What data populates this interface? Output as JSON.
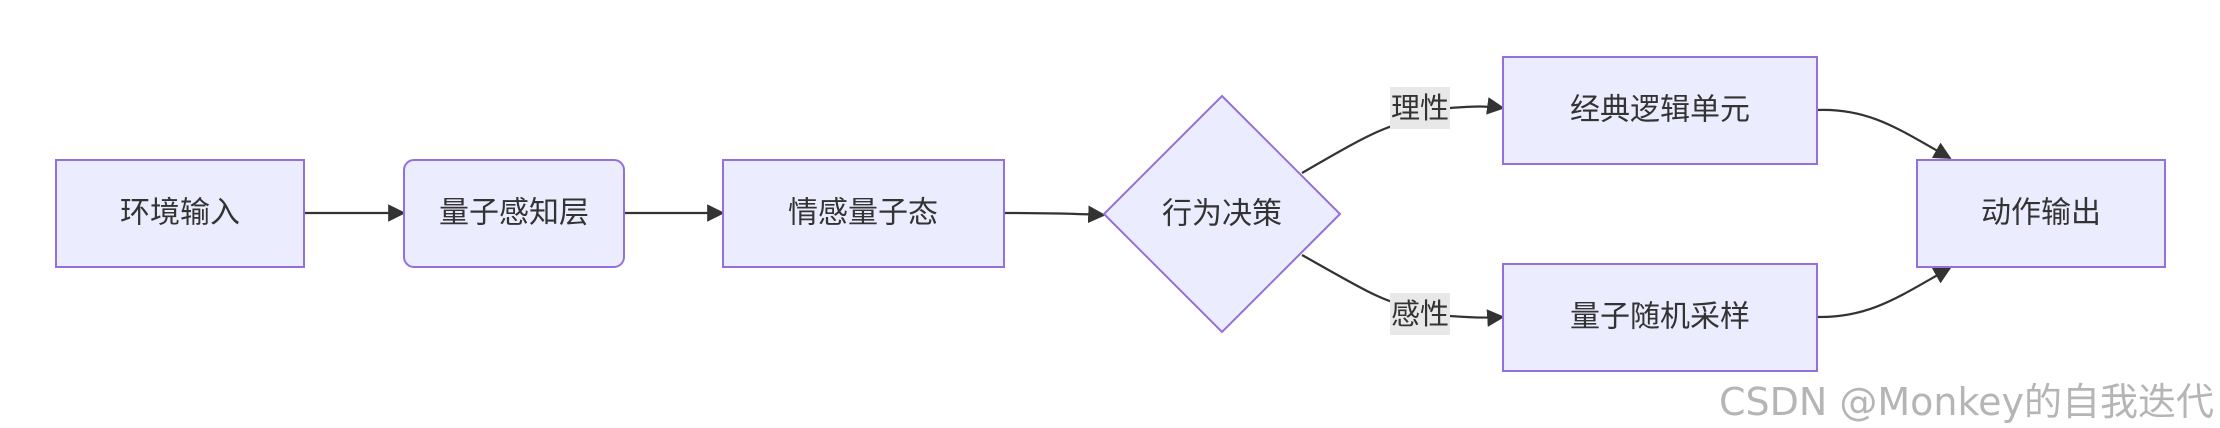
{
  "nodes": {
    "env_input": "环境输入",
    "perception": "量子感知层",
    "emotion_state": "情感量子态",
    "decision": "行为决策",
    "classical_logic": "经典逻辑单元",
    "quantum_sampling": "量子随机采样",
    "action_output": "动作输出"
  },
  "edges": {
    "rational_label": "理性",
    "emotional_label": "感性"
  },
  "watermark": "CSDN @Monkey的自我迭代",
  "colors": {
    "node_fill": "#ececff",
    "node_stroke": "#9370db",
    "edge": "#333333",
    "label_bg": "#e8e8e8"
  }
}
